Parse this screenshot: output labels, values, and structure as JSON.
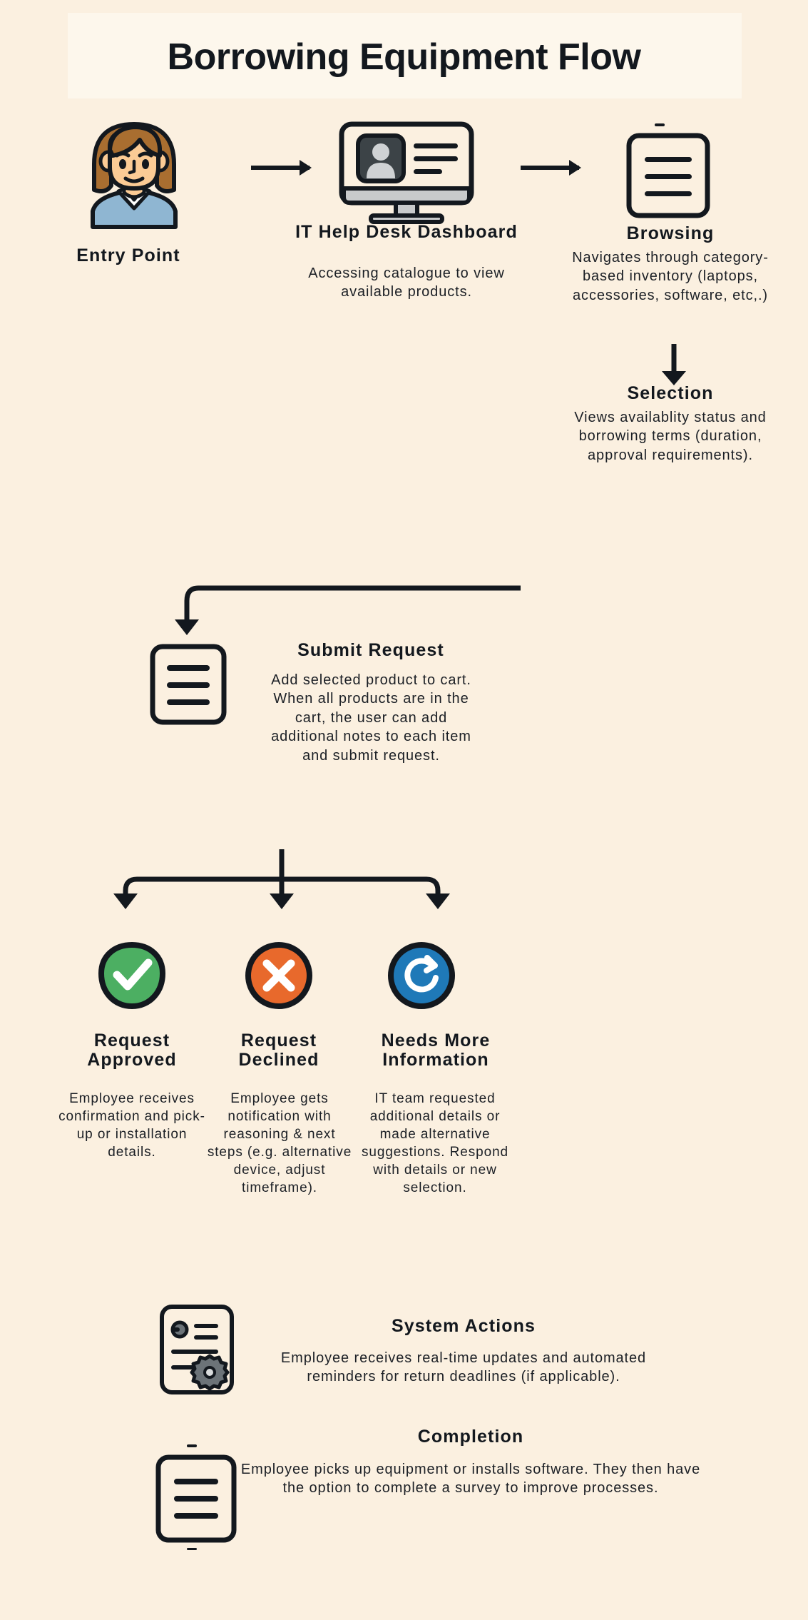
{
  "title": "Borrowing Equipment Flow",
  "nodes": {
    "entry": {
      "heading": "Entry Point",
      "body": "",
      "icon": "person-avatar-illustration"
    },
    "dashboard": {
      "heading": "IT Help Desk Dashboard",
      "body": "Accessing catalogue to view available products.",
      "icon": "desktop-monitor-icon"
    },
    "browsing": {
      "heading": "Browsing",
      "body": "Navigates through category-based inventory (laptops, accessories, software, etc,.)",
      "icon": "document-lines-icon"
    },
    "selection": {
      "heading": "Selection",
      "body": "Views availablity status and borrowing terms (duration, approval requirements)."
    },
    "submit": {
      "heading": "Submit Request",
      "body": "Add selected product to cart. When all products are in the cart, the user can add additional notes to each item and submit request.",
      "icon": "document-lines-icon"
    },
    "approved": {
      "heading": "Request Approved",
      "body": "Employee receives confirmation and pick-up or installation details.",
      "icon": "check-circle-icon",
      "color": "#4CAF62"
    },
    "declined": {
      "heading": "Request Declined",
      "body": "Employee gets notification with reasoning & next steps (e.g. alternative device, adjust timeframe).",
      "icon": "x-circle-icon",
      "color": "#E8692C"
    },
    "more_info": {
      "heading": "Needs More Information",
      "body": "IT team requested additional details or made alternative suggestions. Respond with details or new selection.",
      "icon": "refresh-circle-icon",
      "color": "#1F79B8"
    },
    "system_actions": {
      "heading": "System Actions",
      "body": "Employee receives real-time updates and automated reminders for return deadlines (if applicable).",
      "icon": "document-gear-icon"
    },
    "completion": {
      "heading": "Completion",
      "body": "Employee picks up equipment or installs software. They then have the option to complete a survey to improve processes.",
      "icon": "document-lines-icon"
    }
  },
  "colors": {
    "background": "#FBF0E0",
    "title_band": "#FDF7EC",
    "ink": "#13181E",
    "approved": "#4CAF62",
    "declined": "#E8692C",
    "more_info": "#1F79B8",
    "hair": "#A96E30",
    "skin": "#FBCB95",
    "shirt": "#8FB6D2",
    "screen_gray": "#C8CACB",
    "avatar_box": "#3C4347"
  },
  "connectors": [
    {
      "name": "entry-to-dashboard",
      "type": "arrow-right"
    },
    {
      "name": "dashboard-to-browsing",
      "type": "arrow-right"
    },
    {
      "name": "browsing-to-selection",
      "type": "arrow-down"
    },
    {
      "name": "selection-to-submit",
      "type": "elbow-left-down"
    },
    {
      "name": "submit-to-outcomes",
      "type": "split-three-down"
    }
  ]
}
